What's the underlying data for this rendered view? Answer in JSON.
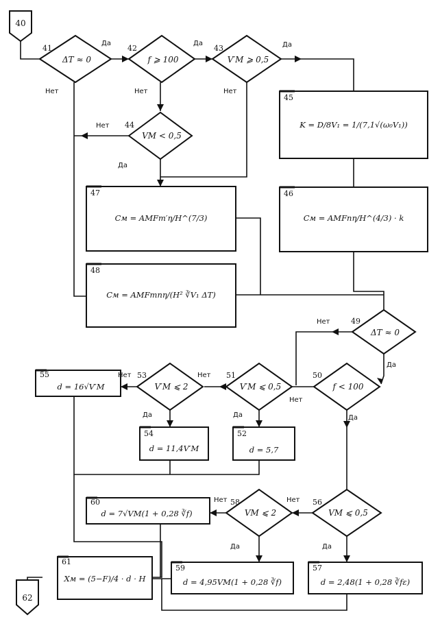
{
  "labels": {
    "yes": "Да",
    "no": "Нет"
  },
  "terminals": [
    {
      "id": "t40",
      "text": "40"
    },
    {
      "id": "t62",
      "text": "62"
    }
  ],
  "decisions": [
    {
      "id": "d41",
      "num": "41",
      "text": "ΔT ≈ 0"
    },
    {
      "id": "d42",
      "num": "42",
      "text": "f ⩾ 100"
    },
    {
      "id": "d43",
      "num": "43",
      "text": "V′M ⩾ 0,5"
    },
    {
      "id": "d44",
      "num": "44",
      "text": "VM < 0,5"
    },
    {
      "id": "d49",
      "num": "49",
      "text": "ΔT ≈ 0"
    },
    {
      "id": "d50",
      "num": "50",
      "text": "f < 100"
    },
    {
      "id": "d51",
      "num": "51",
      "text": "V′M ⩽ 0,5"
    },
    {
      "id": "d53",
      "num": "53",
      "text": "V′M ⩽ 2"
    },
    {
      "id": "d56",
      "num": "56",
      "text": "VM ⩽ 0,5"
    },
    {
      "id": "d58",
      "num": "58",
      "text": "VM ⩽ 2"
    }
  ],
  "processes": [
    {
      "id": "p45",
      "num": "45",
      "text": "K = D/8V₁ = 1/(7,1√(ω₀V₁))"
    },
    {
      "id": "p46",
      "num": "46",
      "text": "Cм = AMFnη/H^(4/3) · k"
    },
    {
      "id": "p47",
      "num": "47",
      "text": "Cм = AMFm′η/H^(7/3)"
    },
    {
      "id": "p48",
      "num": "48",
      "text": "Cм = AMFmnη/(H² ∛V₁ ΔT)"
    },
    {
      "id": "p52",
      "num": "52",
      "text": "d = 5,7"
    },
    {
      "id": "p54",
      "num": "54",
      "text": "d = 11,4V′M"
    },
    {
      "id": "p55",
      "num": "55",
      "text": "d = 16√V′M"
    },
    {
      "id": "p57",
      "num": "57",
      "text": "d = 2,48(1 + 0,28 ∛fε)"
    },
    {
      "id": "p59",
      "num": "59",
      "text": "d = 4,95VM(1 + 0,28 ∛f)"
    },
    {
      "id": "p60",
      "num": "60",
      "text": "d = 7√VM(1 + 0,28 ∛f)"
    },
    {
      "id": "p61",
      "num": "61",
      "text": "Xм = (5−F)/4 · d · H"
    }
  ]
}
